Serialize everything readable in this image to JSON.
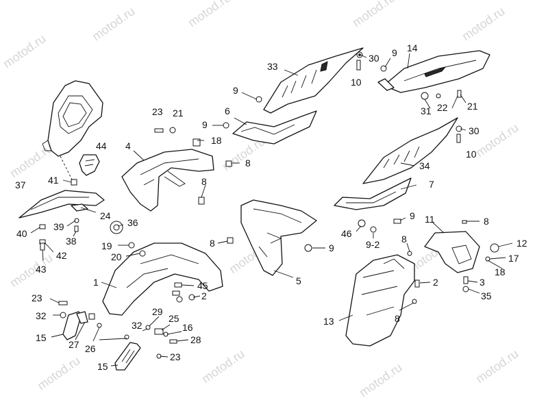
{
  "watermark": "motod.ru",
  "callouts": [
    {
      "id": "c33",
      "text": "33"
    },
    {
      "id": "c30a",
      "text": "30"
    },
    {
      "id": "c9a",
      "text": "9"
    },
    {
      "id": "c14",
      "text": "14"
    },
    {
      "id": "c10a",
      "text": "10"
    },
    {
      "id": "c9b",
      "text": "9"
    },
    {
      "id": "c6",
      "text": "6"
    },
    {
      "id": "c23a",
      "text": "23"
    },
    {
      "id": "c21a",
      "text": "21"
    },
    {
      "id": "c9c",
      "text": "9"
    },
    {
      "id": "c18a",
      "text": "18"
    },
    {
      "id": "c31",
      "text": "31"
    },
    {
      "id": "c22",
      "text": "22"
    },
    {
      "id": "c21b",
      "text": "21"
    },
    {
      "id": "c30b",
      "text": "30"
    },
    {
      "id": "c10b",
      "text": "10"
    },
    {
      "id": "c44",
      "text": "44"
    },
    {
      "id": "c4",
      "text": "4"
    },
    {
      "id": "c8a",
      "text": "8"
    },
    {
      "id": "c8b",
      "text": "8"
    },
    {
      "id": "c34",
      "text": "34"
    },
    {
      "id": "c37",
      "text": "37"
    },
    {
      "id": "c41",
      "text": "41"
    },
    {
      "id": "c7",
      "text": "7"
    },
    {
      "id": "c24",
      "text": "24"
    },
    {
      "id": "c36",
      "text": "36"
    },
    {
      "id": "c40",
      "text": "40"
    },
    {
      "id": "c39",
      "text": "39"
    },
    {
      "id": "c38",
      "text": "38"
    },
    {
      "id": "c9d",
      "text": "9"
    },
    {
      "id": "c11",
      "text": "11"
    },
    {
      "id": "c8c",
      "text": "8"
    },
    {
      "id": "c46",
      "text": "46"
    },
    {
      "id": "c9-2",
      "text": "9-2"
    },
    {
      "id": "c12",
      "text": "12"
    },
    {
      "id": "c43",
      "text": "43"
    },
    {
      "id": "c42",
      "text": "42"
    },
    {
      "id": "c19",
      "text": "19"
    },
    {
      "id": "c20",
      "text": "20"
    },
    {
      "id": "c8d",
      "text": "8"
    },
    {
      "id": "c9e",
      "text": "9"
    },
    {
      "id": "c8e",
      "text": "8"
    },
    {
      "id": "c17",
      "text": "17"
    },
    {
      "id": "c18b",
      "text": "18"
    },
    {
      "id": "c1",
      "text": "1"
    },
    {
      "id": "c45",
      "text": "45"
    },
    {
      "id": "c5",
      "text": "5"
    },
    {
      "id": "c2a",
      "text": "2"
    },
    {
      "id": "c2b",
      "text": "2"
    },
    {
      "id": "c3",
      "text": "3"
    },
    {
      "id": "c35",
      "text": "35"
    },
    {
      "id": "c23b",
      "text": "23"
    },
    {
      "id": "c32a",
      "text": "32"
    },
    {
      "id": "c13",
      "text": "13"
    },
    {
      "id": "c8f",
      "text": "8"
    },
    {
      "id": "c29",
      "text": "29"
    },
    {
      "id": "c25",
      "text": "25"
    },
    {
      "id": "c16",
      "text": "16"
    },
    {
      "id": "c32b",
      "text": "32"
    },
    {
      "id": "c15a",
      "text": "15"
    },
    {
      "id": "c27",
      "text": "27"
    },
    {
      "id": "c26",
      "text": "26"
    },
    {
      "id": "c28",
      "text": "28"
    },
    {
      "id": "c23c",
      "text": "23"
    },
    {
      "id": "c15b",
      "text": "15"
    }
  ]
}
